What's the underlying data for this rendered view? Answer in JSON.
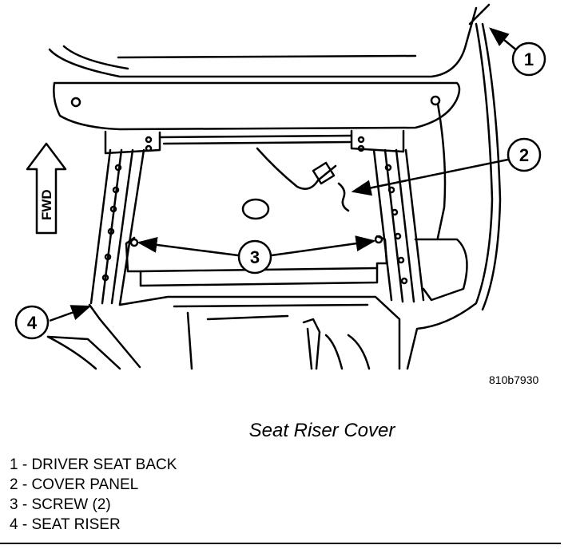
{
  "figure": {
    "id_label": "810b7930",
    "caption": "Seat Riser Cover",
    "direction_label": "FWD"
  },
  "callouts": [
    "1",
    "2",
    "3",
    "4"
  ],
  "legend": [
    {
      "text": "1 - DRIVER SEAT BACK"
    },
    {
      "text": "2 - COVER PANEL"
    },
    {
      "text": "3 - SCREW (2)"
    },
    {
      "text": "4 - SEAT RISER"
    }
  ],
  "colors": {
    "line": "#000000",
    "background": "#ffffff"
  }
}
